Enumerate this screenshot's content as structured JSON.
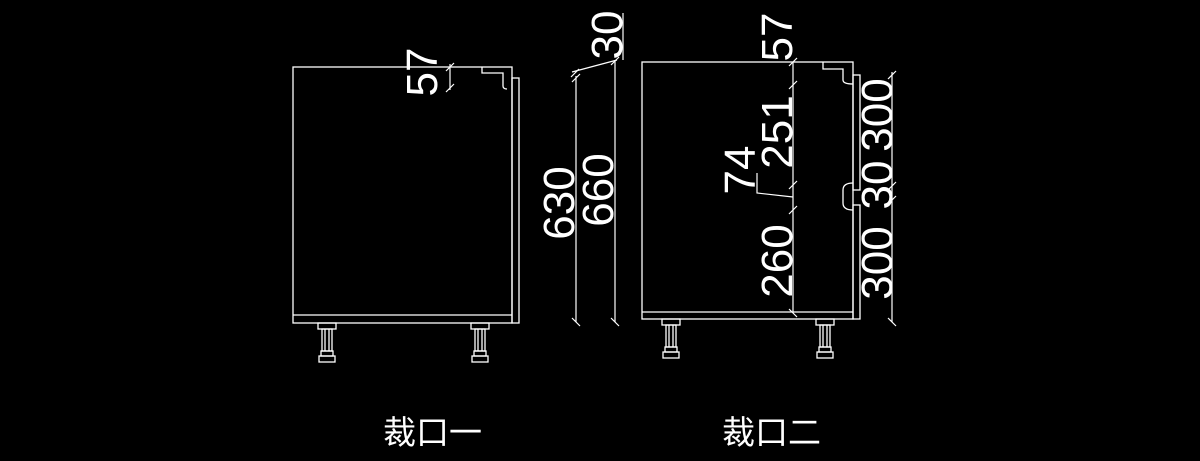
{
  "drawing_one": {
    "label": "裁口一",
    "dims": {
      "top_notch": "57",
      "offset": "30",
      "inner_height": "630",
      "total_height": "660"
    }
  },
  "drawing_two": {
    "label": "裁口二",
    "dims": {
      "top_notch": "57",
      "upper": "251",
      "middle_notch": "74",
      "lower": "260",
      "door_upper": "300",
      "door_gap": "30",
      "door_lower": "300"
    }
  },
  "colors": {
    "background": "#000000",
    "line": "#ffffff"
  }
}
